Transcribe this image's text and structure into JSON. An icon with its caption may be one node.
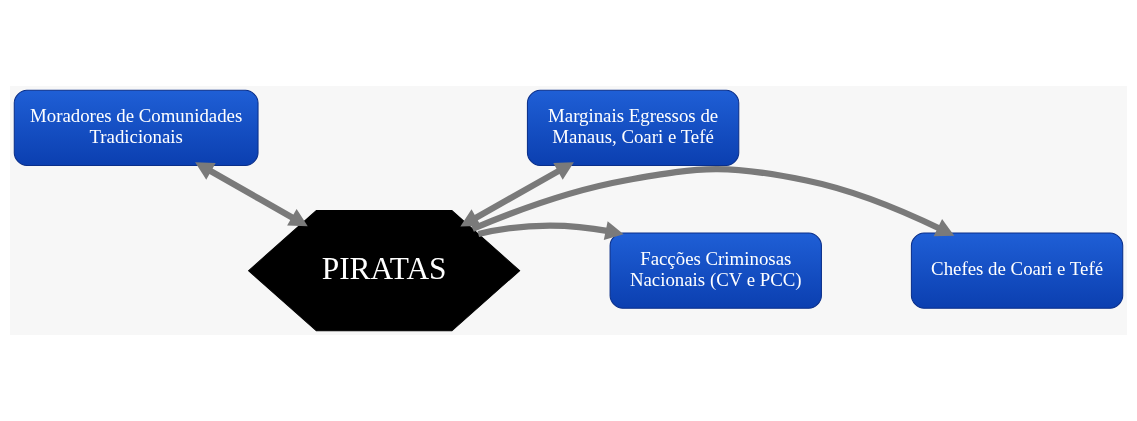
{
  "diagram": {
    "nodes": [
      {
        "text": [
          "PIRATAS"
        ]
      },
      {
        "text": [
          "Chefes de Coari e Tefé"
        ]
      },
      {
        "text": [
          "Facções Criminosas Nacionais (CV e PCC)"
        ]
      },
      {
        "text": [
          "Moradores de Comunidades Tradicionais"
        ]
      },
      {
        "text": [
          "Marginais Egressos de Manaus, Coari e Tefé"
        ]
      }
    ],
    "edges": [
      {
        "from": 0,
        "to": 1,
        "arrow": "to"
      },
      {
        "from": 0,
        "to": 2,
        "arrow": "to"
      },
      {
        "from": 3,
        "to": 0,
        "arrow": "both"
      },
      {
        "from": 4,
        "to": 0,
        "arrow": "both"
      }
    ]
  }
}
